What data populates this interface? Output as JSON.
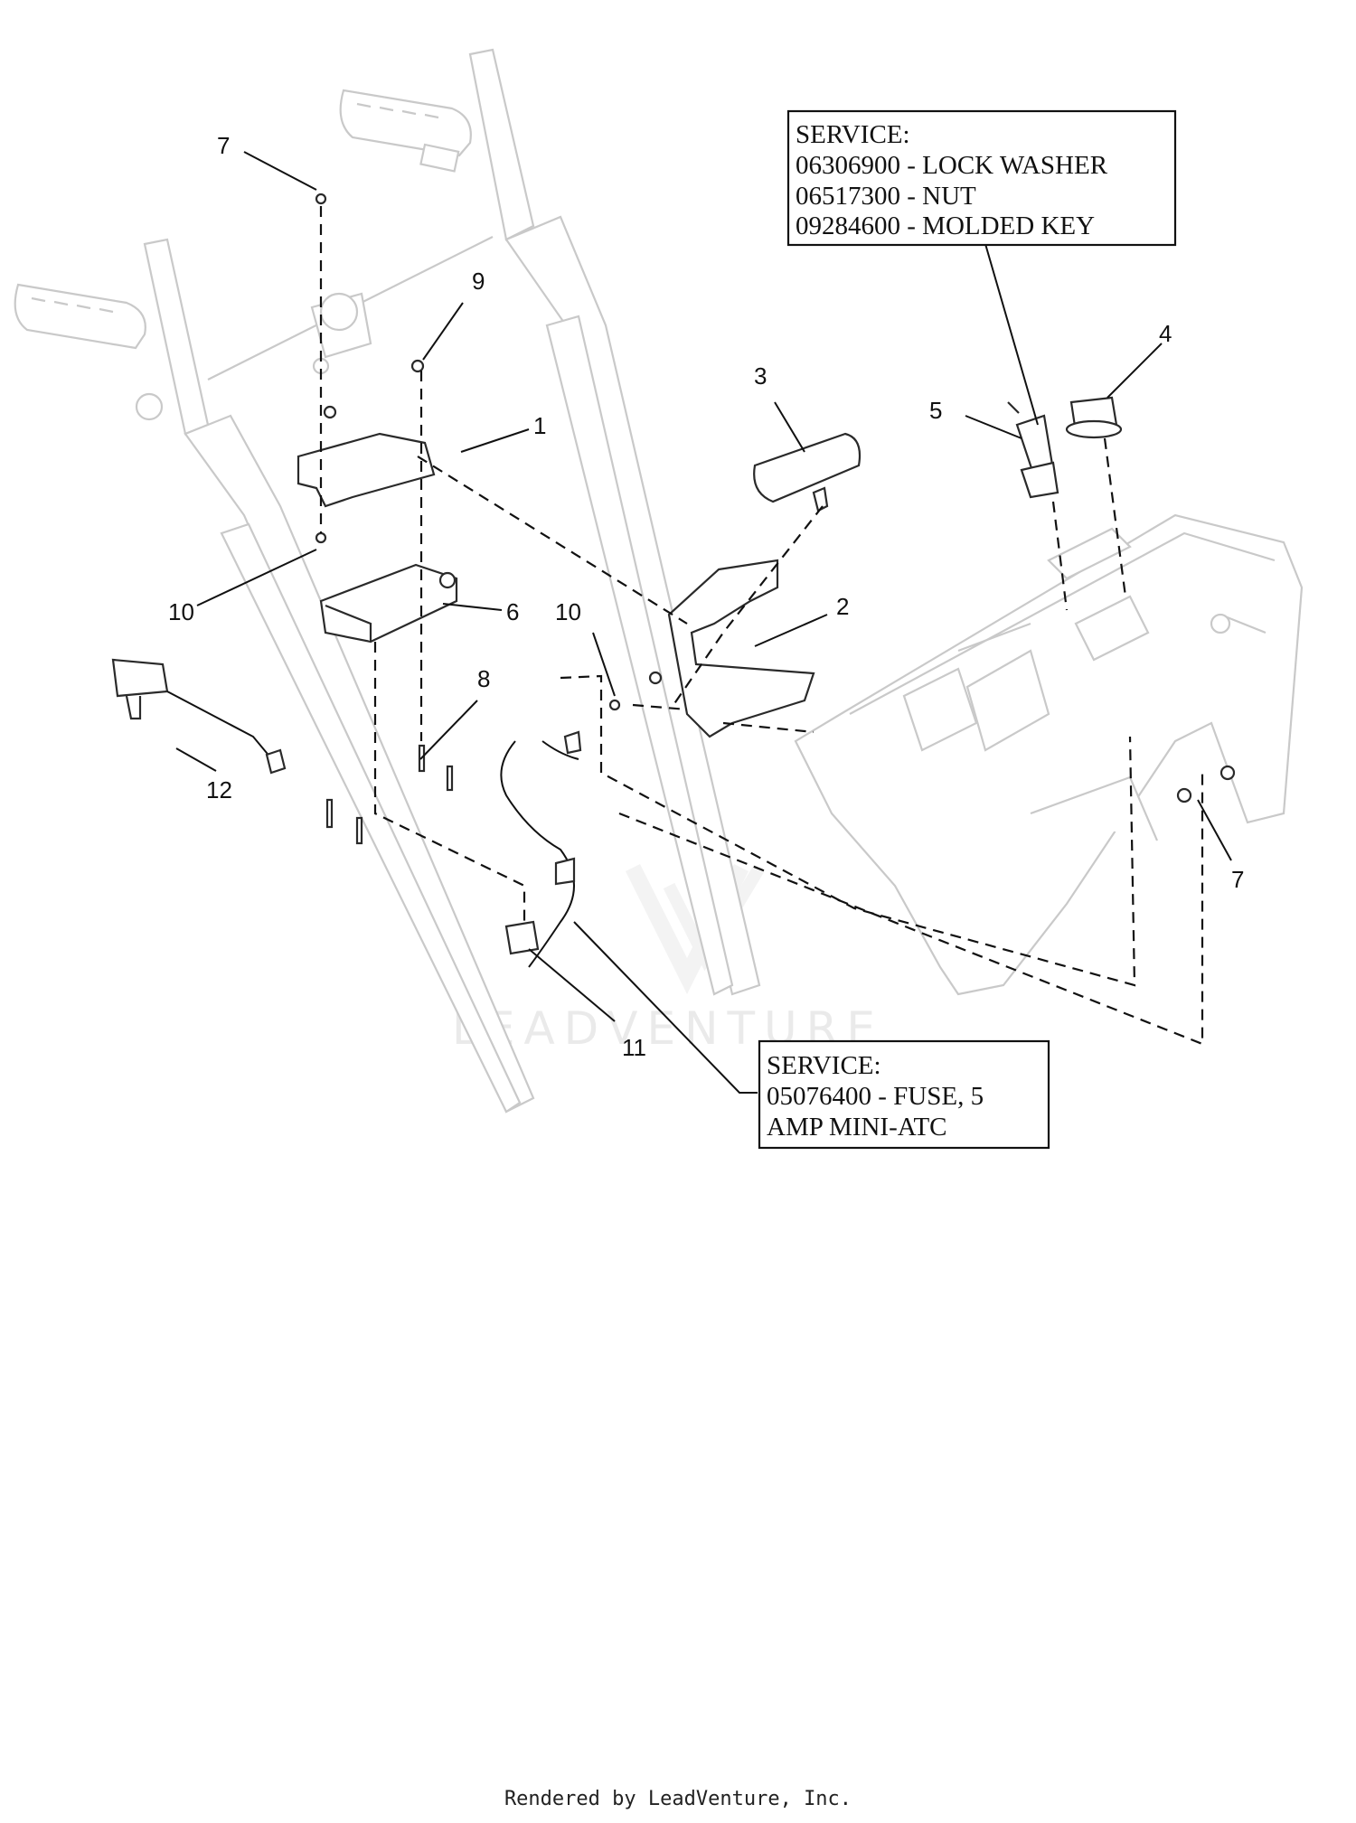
{
  "callouts": {
    "c1": "1",
    "c2": "2",
    "c3": "3",
    "c4": "4",
    "c5": "5",
    "c6": "6",
    "c7a": "7",
    "c7b": "7",
    "c8": "8",
    "c9": "9",
    "c10a": "10",
    "c10b": "10",
    "c11": "11",
    "c12": "12"
  },
  "service_box_top": {
    "line1": "SERVICE:",
    "line2": "06306900 - LOCK WASHER",
    "line3": "06517300 - NUT",
    "line4": "09284600 - MOLDED KEY"
  },
  "service_box_bottom": {
    "line1": "SERVICE:",
    "line2": "05076400 - FUSE, 5",
    "line3": "AMP MINI-ATC"
  },
  "watermark": "LEADVENTURE",
  "footer": "Rendered by LeadVenture, Inc."
}
